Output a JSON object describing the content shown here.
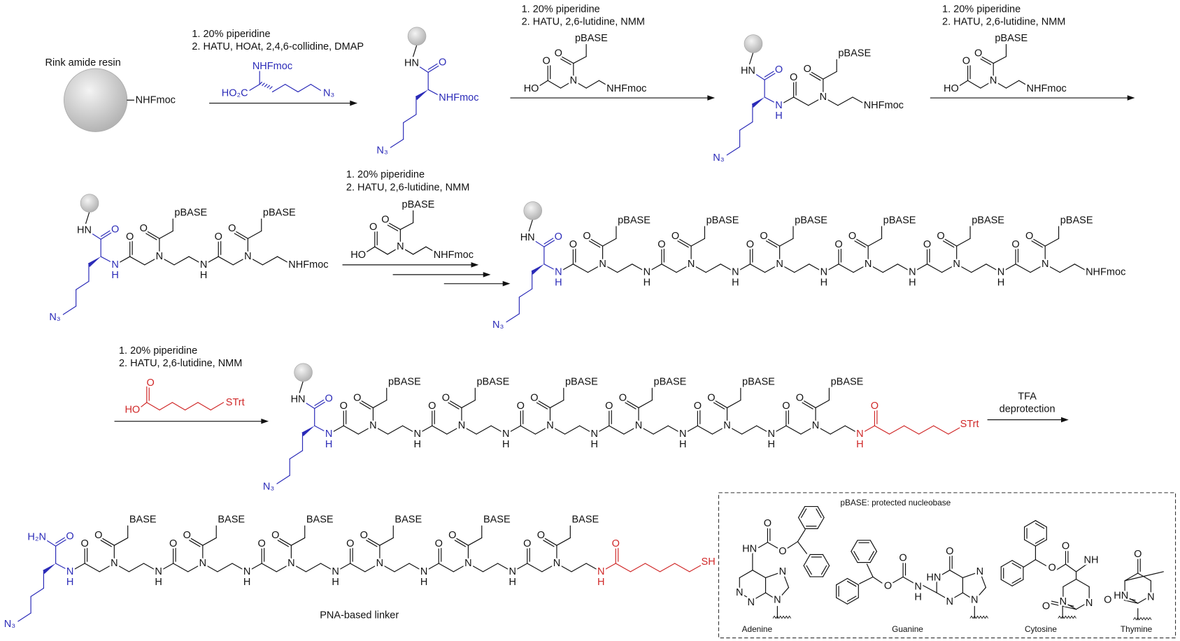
{
  "labels": {
    "resin": "Rink amide resin",
    "linker": "PNA-based linker"
  },
  "atoms": {
    "N": "N",
    "H": "H",
    "O": "O",
    "HN": "HN",
    "NH": "NH",
    "H2N": "H₂N",
    "N3": "N₃",
    "NHFmoc": "NHFmoc",
    "HO": "HO",
    "HO2C": "HO₂C",
    "pBASE": "pBASE",
    "BASE": "BASE",
    "STrt": "STrt",
    "SH": "SH"
  },
  "steps": [
    {
      "line1": "1. 20% piperidine",
      "line2": "2. HATU, HOAt, 2,4,6-collidine, DMAP"
    },
    {
      "line1": "1. 20% piperidine",
      "line2": "2. HATU, 2,6-lutidine, NMM"
    },
    {
      "line1": "1. 20% piperidine",
      "line2": "2. HATU, 2,6-lutidine, NMM"
    },
    {
      "line1": "1. 20% piperidine",
      "line2": "2. HATU, 2,6-lutidine, NMM"
    },
    {
      "line1": "1. 20% piperidine",
      "line2": "2. HATU, 2,6-lutidine, NMM"
    }
  ],
  "tfa": {
    "line1": "TFA",
    "line2": "deprotection"
  },
  "legend": {
    "title": "pBASE: protected nucleobase",
    "bases": [
      "Adenine",
      "Guanine",
      "Cytosine",
      "Thymine"
    ]
  },
  "colors": {
    "lysine": "#2b2bb8",
    "thiol_linker": "#d02828",
    "bond": "#111111",
    "resin": "#c8c8c8"
  }
}
